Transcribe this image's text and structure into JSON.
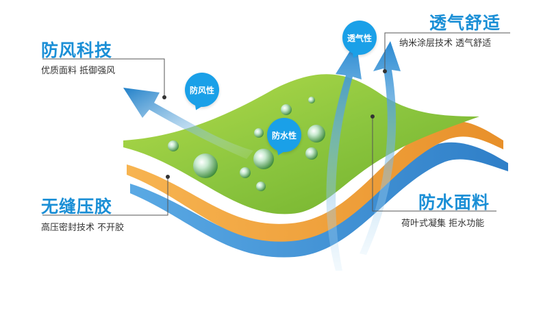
{
  "features": {
    "windproof_tech": {
      "title": "防风科技",
      "desc": "优质面料 抵御强风"
    },
    "breathable": {
      "title": "透气舒适",
      "desc": "纳米涂层技术 透气舒适"
    },
    "seamless": {
      "title": "无缝压胶",
      "desc": "高压密封技术 不开胶"
    },
    "waterproof_fabric": {
      "title": "防水面料",
      "desc": "荷叶式凝集 拒水功能"
    }
  },
  "bubbles": {
    "windproof": "防风性",
    "waterproof": "防水性",
    "breathable": "透气性"
  },
  "colors": {
    "accent_blue": "#1b8fd6",
    "bubble_blue": "#1aa0e8",
    "layer_green": "#8cc63f",
    "layer_orange": "#f2a33a",
    "layer_blue": "#3a8fd6"
  }
}
